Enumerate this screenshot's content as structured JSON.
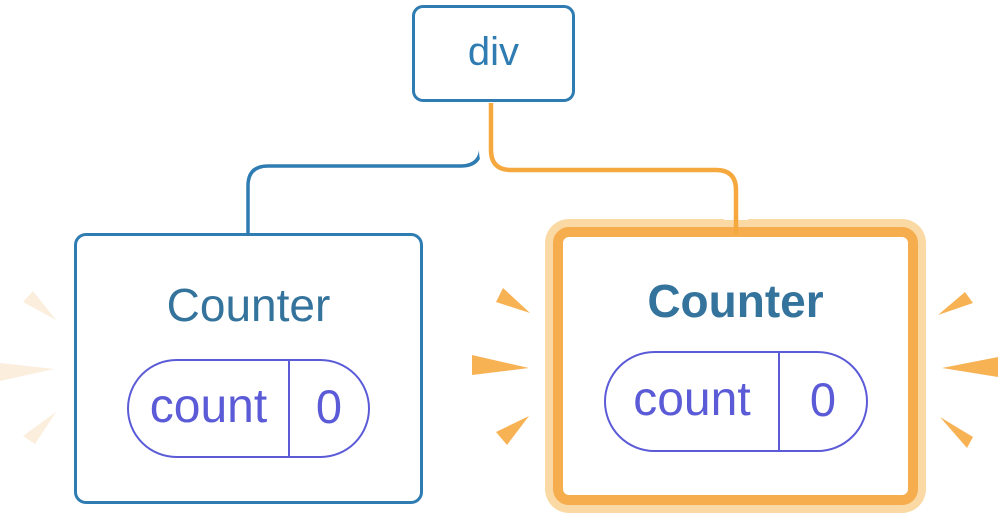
{
  "diagram": {
    "description": "React component tree: a div root with two Counter children, each holding a count state pill; the right Counter is highlighted with an orange halo and spark bursts",
    "root": {
      "label": "div"
    },
    "children": [
      {
        "title": "Counter",
        "highlighted": false,
        "state": {
          "key": "count",
          "value": "0"
        }
      },
      {
        "title": "Counter",
        "highlighted": true,
        "state": {
          "key": "count",
          "value": "0"
        }
      }
    ],
    "colors": {
      "blue_stroke": "#2E7CB2",
      "title_blue": "#33739C",
      "pill_purple": "#5B5BD8",
      "edge_orange": "#F5A83E",
      "highlight_border_orange": "#F6AD4D",
      "highlight_halo_orange": "#FBD9A4",
      "spark_orange": "#F7B254",
      "spark_cream": "#FBEEDD",
      "node_background": "#FFFFFF"
    }
  }
}
